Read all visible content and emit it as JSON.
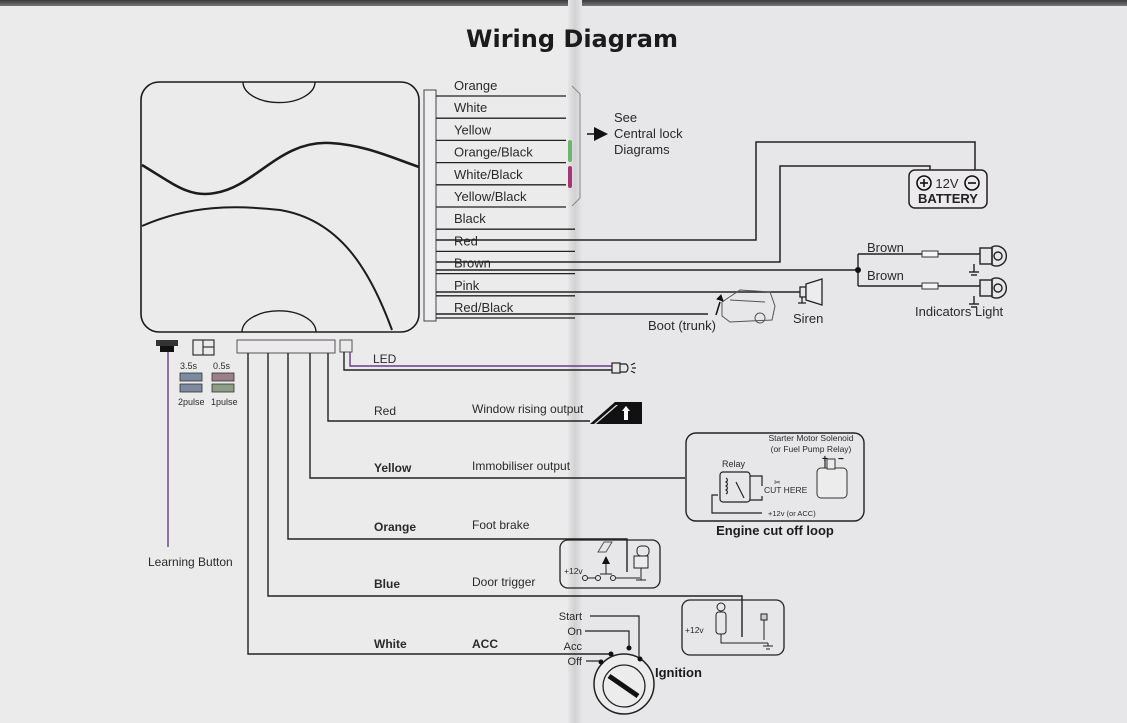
{
  "title": "Wiring Diagram",
  "harness_wires": [
    "Orange",
    "White",
    "Yellow",
    "Orange/Black",
    "White/Black",
    "Yellow/Black",
    "Black",
    "Red",
    "Brown",
    "Pink",
    "Red/Black"
  ],
  "central_lock_note": [
    "See",
    "Central lock",
    "Diagrams"
  ],
  "battery": {
    "voltage_label": "12V",
    "label": "BATTERY",
    "plus": "+",
    "minus": "−"
  },
  "indicators": {
    "wire_labels": [
      "Brown",
      "Brown"
    ],
    "label": "Indicators Light"
  },
  "siren_label": "Siren",
  "boot_label": "Boot (trunk)",
  "led_label": "LED",
  "jumpers": {
    "times": [
      "3.5s",
      "0.5s"
    ],
    "pulses": [
      "2pulse",
      "1pulse"
    ]
  },
  "learning_button_label": "Learning Button",
  "outputs": [
    {
      "wire": "Red",
      "function": "Window rising output"
    },
    {
      "wire": "Yellow",
      "function": "Immobiliser output"
    },
    {
      "wire": "Orange",
      "function": "Foot brake"
    },
    {
      "wire": "Blue",
      "function": "Door trigger"
    },
    {
      "wire": "White",
      "function": "ACC"
    }
  ],
  "engine_cut": {
    "solenoid_label_1": "Starter Motor Solenoid",
    "solenoid_label_2": "(or Fuel Pump Relay)",
    "relay_label": "Relay",
    "cut_label": "CUT HERE",
    "supply_label": "+12v (or ACC)",
    "title": "Engine cut off loop"
  },
  "foot_brake_supply": "+12v",
  "door_supply": "+12v",
  "ignition": {
    "positions": [
      "Start",
      "On",
      "Acc",
      "Off"
    ],
    "label": "Ignition"
  }
}
